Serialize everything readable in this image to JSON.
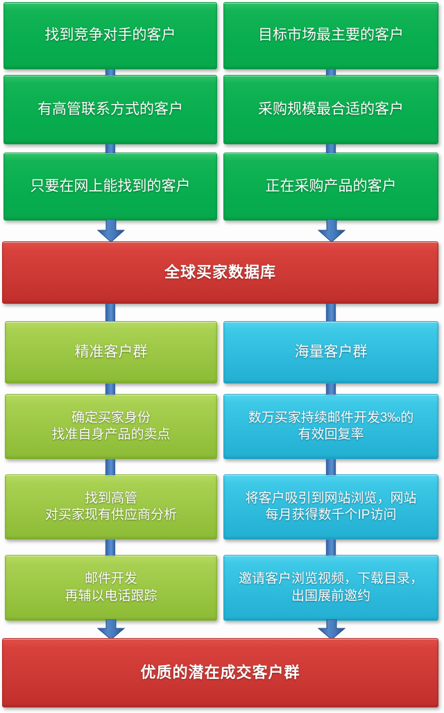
{
  "diagram": {
    "title_top": "全球买家数据库",
    "title_bottom": "优质的潜在成交客户群",
    "colors": {
      "green": "#13b455",
      "red": "#cc3a34",
      "lime": "#a4cd4e",
      "cyan": "#35c4e4",
      "arrow_blue": "#4a7fc1",
      "background": "#ffffff"
    },
    "sources": {
      "left": [
        {
          "label": "找到竞争对手的客户"
        },
        {
          "label": "有高管联系方式的客户"
        },
        {
          "label": "只要在网上能找到的客户"
        }
      ],
      "right": [
        {
          "label": "目标市场最主要的客户"
        },
        {
          "label": "采购规模最合适的客户"
        },
        {
          "label": "正在采购产品的客户"
        }
      ]
    },
    "hub": {
      "label": "全球买家数据库"
    },
    "branches": {
      "precise": {
        "head": "精准客户群",
        "steps": [
          "确定买家身份\n找准自身产品的卖点",
          "找到高管\n对买家现有供应商分析",
          "邮件开发\n再辅以电话跟踪"
        ]
      },
      "mass": {
        "head": "海量客户群",
        "steps": [
          "数万买家持续邮件开发3‰的\n有效回复率",
          "将客户吸引到网站浏览，网站\n每月获得数千个IP访问",
          "邀请客户浏览视频，下载目录，\n出国展前邀约"
        ]
      }
    },
    "outcome": {
      "label": "优质的潜在成交客户群"
    }
  }
}
